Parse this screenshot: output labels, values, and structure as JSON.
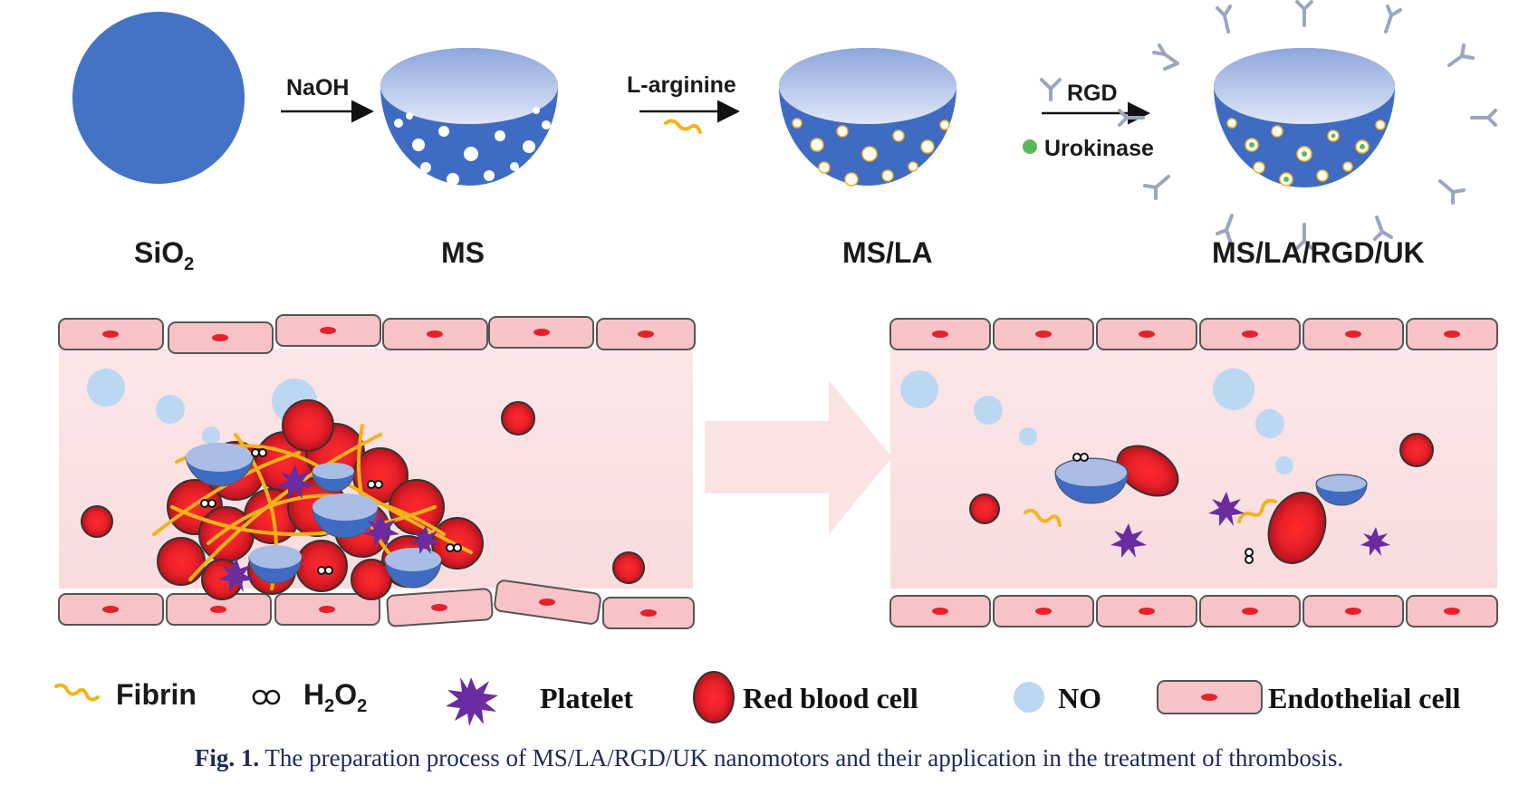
{
  "steps": {
    "s1": "SiO",
    "s1_sub": "2",
    "s2": "MS",
    "s3": "MS/LA",
    "s4": "MS/LA/RGD/UK"
  },
  "arrows": {
    "a1": "NaOH",
    "a2": "L-arginine",
    "a3_top": "RGD",
    "a3_bottom": "Urokinase"
  },
  "legend": {
    "fibrin": "Fibrin",
    "h2o2_main": "H",
    "h2o2_sub1": "2",
    "h2o2_mid": "O",
    "h2o2_sub2": "2",
    "platelet": "Platelet",
    "rbc": "Red blood cell",
    "no": "NO",
    "endothelial": "Endothelial cell"
  },
  "caption": {
    "label": "Fig. 1.",
    "text": " The preparation process of MS/LA/RGD/UK nanomotors and their application in the treatment of thrombosis."
  },
  "colors": {
    "sphere": "#4472c4",
    "bowl_inner": "#a9bde6",
    "rbc": "#e8202a",
    "platelet": "#6a2ca0",
    "fibrin": "#f5b21a",
    "no": "#bcd7f2",
    "endo": "#f7c3c6",
    "vessel": "#fbe3e4"
  }
}
